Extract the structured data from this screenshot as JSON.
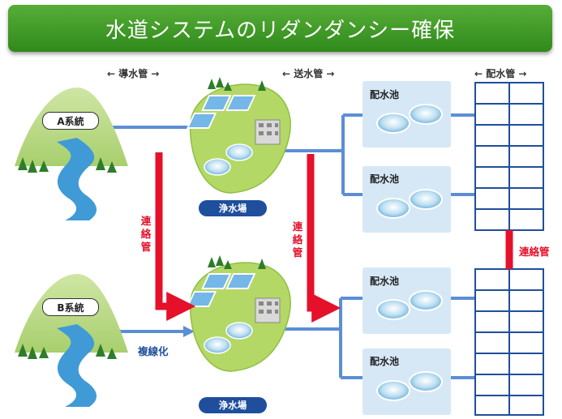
{
  "title": "水道システムのリダンダンシー確保",
  "headers": {
    "intake_pipe": "← 導水管 →",
    "transmission_pipe": "← 送水管 →",
    "distribution_pipe": "← 配水管 →"
  },
  "sources": [
    {
      "label": "A系統"
    },
    {
      "label": "B系統"
    }
  ],
  "plants": [
    {
      "label": "浄水場"
    },
    {
      "label": "浄水場"
    }
  ],
  "reservoirs": [
    {
      "label": "配水池"
    },
    {
      "label": "配水池"
    },
    {
      "label": "配水池"
    },
    {
      "label": "配水池"
    }
  ],
  "connections": {
    "link_pipe_left": "連絡管",
    "link_pipe_middle": "連絡管",
    "link_pipe_right": "連絡管",
    "double_line": "複線化"
  },
  "colors": {
    "title_bg": "#3c9a28",
    "pipe_blue": "#5b8ed6",
    "link_red": "#e5102a",
    "label_navy": "#1f4f9c",
    "reservoir_bg": "#d6e8f6"
  }
}
